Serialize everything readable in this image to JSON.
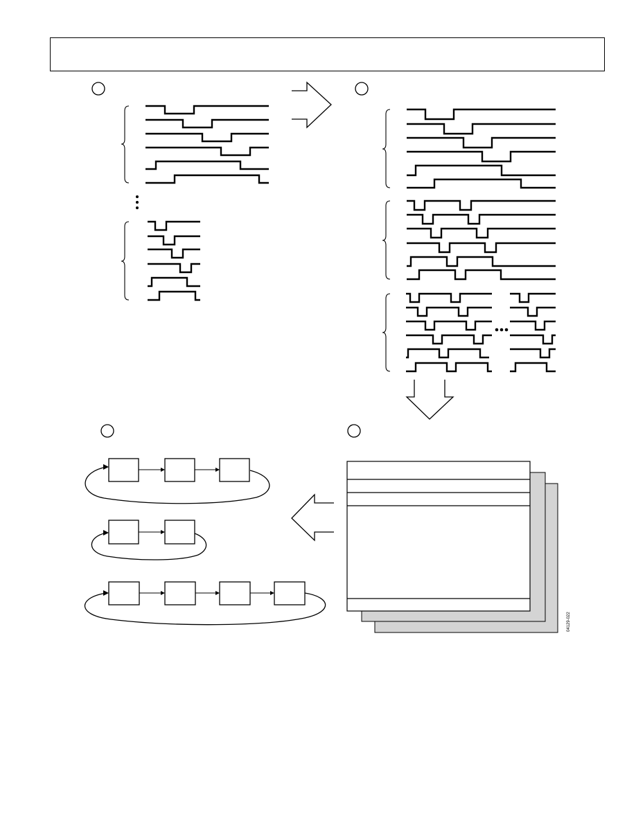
{
  "figure_id": "04129-022",
  "colors": {
    "line": "#000000",
    "shadow_page": "#d4d4d4",
    "background": "#ffffff"
  },
  "panels": [
    {
      "name": "step-1-initial-patterns",
      "group_sizes": [
        6,
        6
      ]
    },
    {
      "name": "step-2-expanded-patterns",
      "group_sizes": [
        6,
        6,
        6
      ]
    },
    {
      "name": "step-3-pattern-table"
    },
    {
      "name": "step-4-loop-chains",
      "loops": [
        3,
        2,
        4
      ]
    }
  ]
}
